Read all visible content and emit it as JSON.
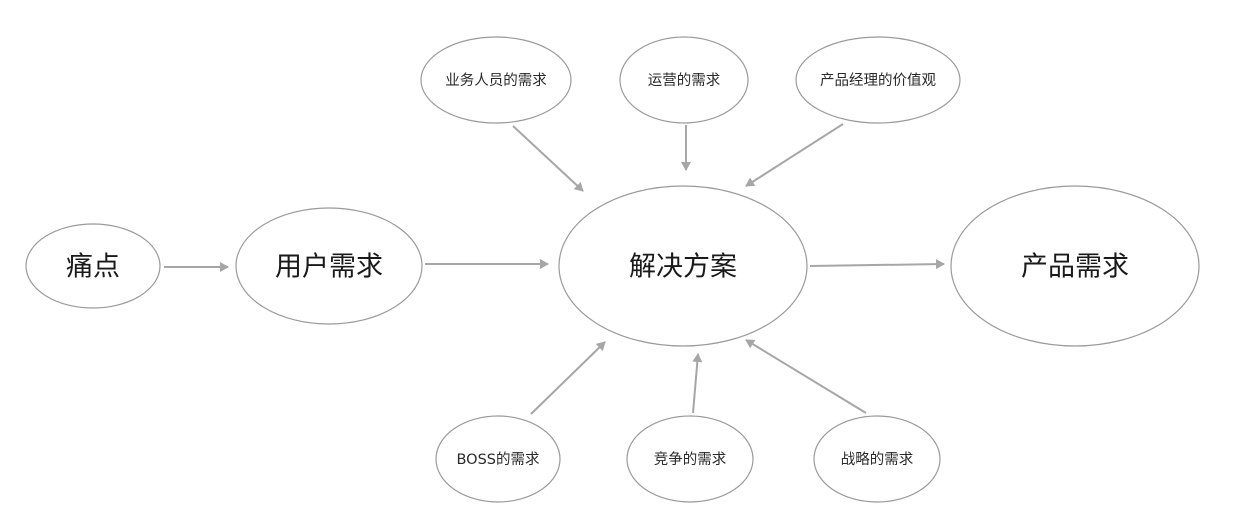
{
  "diagram": {
    "nodes": {
      "pain_point": "痛点",
      "user_needs": "用户需求",
      "solution": "解决方案",
      "product_requirements": "产品需求",
      "business_staff_needs": "业务人员的需求",
      "operations_needs": "运营的需求",
      "pm_values": "产品经理的价值观",
      "boss_needs": "BOSS的需求",
      "competition_needs": "竞争的需求",
      "strategy_needs": "战略的需求"
    },
    "edges": [
      {
        "from": "痛点",
        "to": "用户需求"
      },
      {
        "from": "用户需求",
        "to": "解决方案"
      },
      {
        "from": "解决方案",
        "to": "产品需求"
      },
      {
        "from": "业务人员的需求",
        "to": "解决方案"
      },
      {
        "from": "运营的需求",
        "to": "解决方案"
      },
      {
        "from": "产品经理的价值观",
        "to": "解决方案"
      },
      {
        "from": "BOSS的需求",
        "to": "解决方案"
      },
      {
        "from": "竞争的需求",
        "to": "解决方案"
      },
      {
        "from": "战略的需求",
        "to": "解决方案"
      }
    ],
    "colors": {
      "node_stroke": "#9a9a9a",
      "arrow": "#a6a6a6",
      "text": "#1a1a1a",
      "background": "#ffffff"
    }
  }
}
